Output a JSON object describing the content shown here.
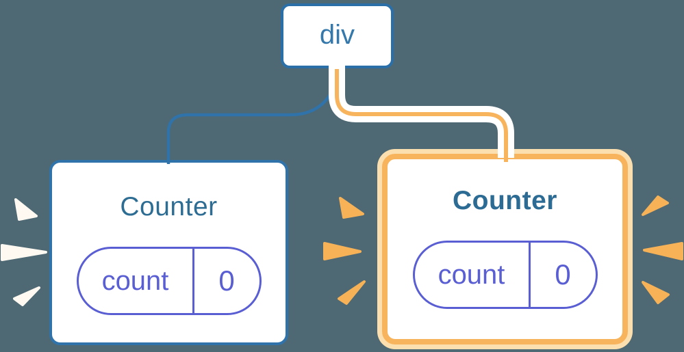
{
  "diagram": {
    "root": {
      "label": "div"
    },
    "children": [
      {
        "label": "Counter",
        "highlighted": false,
        "state": {
          "key": "count",
          "value": "0"
        }
      },
      {
        "label": "Counter",
        "highlighted": true,
        "state": {
          "key": "count",
          "value": "0"
        }
      }
    ]
  },
  "colors": {
    "background": "#4E6973",
    "node_border_blue": "#2B6FA9",
    "node_text_blue": "#3578AB",
    "card_border_blue": "#2F73AA",
    "title_teal": "#2E6D93",
    "state_purple": "#5A5ED3",
    "highlight_orange": "#F8B45C",
    "highlight_light_orange": "#FCDFAE",
    "edge_blue": "#2F73AA",
    "edge_casing_white": "#FFFFFF",
    "spark_orange": "#F7B257",
    "spark_white": "#FFF9F1"
  },
  "sparks": {
    "left_of_left_card": "white-burst",
    "left_of_right_card": "orange-burst",
    "right_of_right_card": "orange-burst"
  }
}
